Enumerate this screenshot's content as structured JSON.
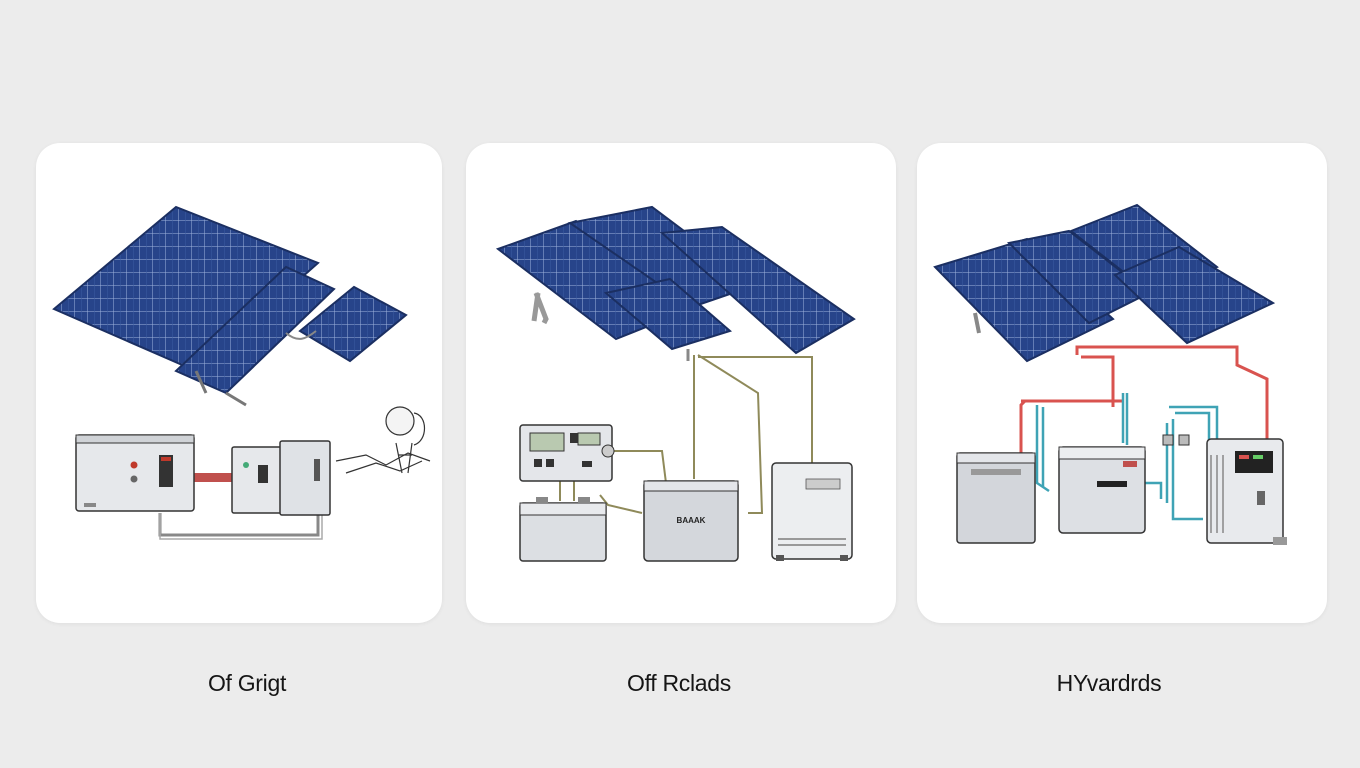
{
  "options": [
    {
      "label": "Of Grigt"
    },
    {
      "label": "Off Rclads"
    },
    {
      "label": "HYvardrds"
    }
  ],
  "colors": {
    "panel_blue": "#27448a",
    "panel_grid": "#9fb3dd",
    "pipe_red": "#d9534f",
    "pipe_teal": "#3fa3b5",
    "equipment_gray": "#dadde1",
    "wire_olive": "#8f8a5a"
  },
  "devices": {
    "battery_label": "BAAAK"
  }
}
